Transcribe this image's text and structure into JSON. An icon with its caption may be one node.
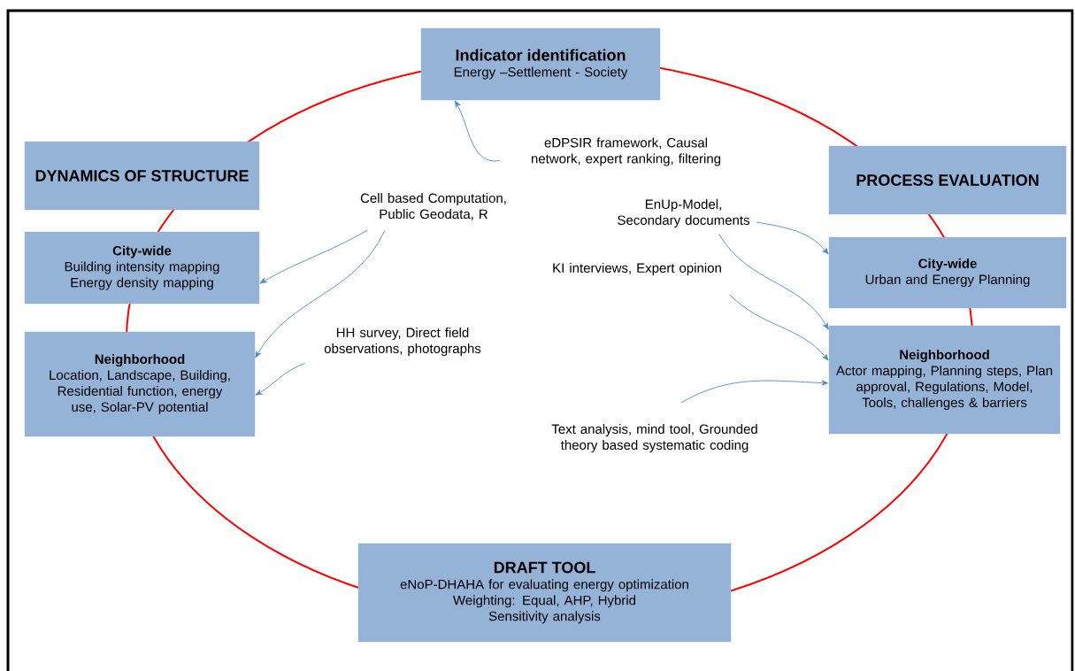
{
  "diagram": {
    "nodes": [
      {
        "text": [
          "Indicator identification",
          "Energy –Settlement - Society"
        ]
      },
      {
        "text": [
          "DYNAMICS OF STRUCTURE"
        ]
      },
      {
        "text": [
          "PROCESS EVALUATION"
        ]
      },
      {
        "text": [
          "City-wide",
          "Building intensity mapping",
          "Energy density mapping"
        ]
      },
      {
        "text": [
          "City-wide",
          "Urban and Energy Planning"
        ]
      },
      {
        "text": [
          "Neighborhood",
          "Location, Landscape, Building, Residential function, energy use, Solar-PV potential"
        ]
      },
      {
        "text": [
          "Neighborhood",
          "Actor mapping, Planning steps, Plan approval, Regulations, Model, Tools, challenges & barriers"
        ]
      },
      {
        "text": [
          "DRAFT TOOL",
          "eNoP-DHAHA for evaluating energy optimization",
          "Weighting: Equal, AHP, Hybrid",
          "Sensitivity analysis"
        ]
      },
      {
        "text": [
          "eDPSIR framework,  Causal network, expert ranking, filtering"
        ]
      },
      {
        "text": [
          "Cell based Computation, Public Geodata, R"
        ]
      },
      {
        "text": [
          "EnUp-Model, Secondary documents"
        ]
      },
      {
        "text": [
          "KI interviews, Expert opinion"
        ]
      },
      {
        "text": [
          "HH survey, Direct field observations, photographs"
        ]
      },
      {
        "text": [
          "Text analysis, mind tool, Grounded theory based systematic coding"
        ]
      }
    ],
    "edges": [
      {
        "from": 8,
        "to": 0,
        "arrow": "to"
      },
      {
        "from": 9,
        "to": 3,
        "arrow": "to"
      },
      {
        "from": 9,
        "to": 5,
        "arrow": "to"
      },
      {
        "from": 12,
        "to": 5,
        "arrow": "to"
      },
      {
        "from": 10,
        "to": 4,
        "arrow": "to"
      },
      {
        "from": 10,
        "to": 6,
        "arrow": "to"
      },
      {
        "from": 11,
        "to": 6,
        "arrow": "to"
      },
      {
        "from": 13,
        "to": 6,
        "arrow": "to"
      }
    ]
  }
}
